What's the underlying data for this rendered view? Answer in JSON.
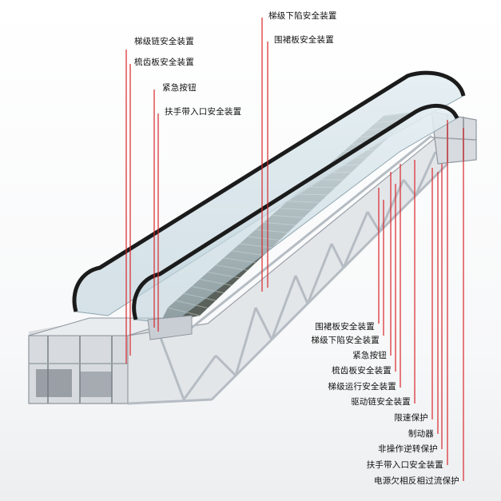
{
  "colors": {
    "leader_line": "#d9262b",
    "frame": "#c9ced4",
    "frame_dark": "#8e969e",
    "glass": "#cfe0e8",
    "handrail": "#1b1b1b",
    "steps": "#59605a"
  },
  "labels_top": [
    "梯级链安全装置",
    "梳齿板安全装置",
    "紧急按钮",
    "扶手带入口安全装置",
    "梯级下陷安全装置",
    "围裙板安全装置"
  ],
  "labels_bottom": [
    "围裙板安全装置",
    "梯级下陷安全装置",
    "紧急按钮",
    "梳齿板安全装置",
    "梯级运行安全装置",
    "驱动链安全装置",
    "限速保护",
    "制动器",
    "非操作逆转保护",
    "扶手带入口安全装置",
    "电源欠相反相过流保护"
  ]
}
